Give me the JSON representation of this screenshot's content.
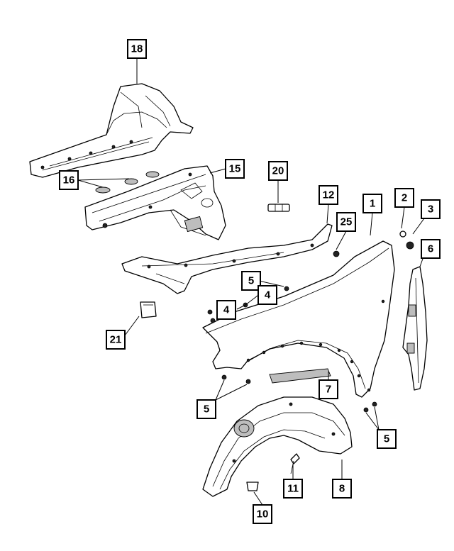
{
  "diagram": {
    "callouts": [
      {
        "id": "c18",
        "label": "18"
      },
      {
        "id": "c16",
        "label": "16"
      },
      {
        "id": "c15",
        "label": "15"
      },
      {
        "id": "c20",
        "label": "20"
      },
      {
        "id": "c12",
        "label": "12"
      },
      {
        "id": "c25",
        "label": "25"
      },
      {
        "id": "c1",
        "label": "1"
      },
      {
        "id": "c2",
        "label": "2"
      },
      {
        "id": "c3",
        "label": "3"
      },
      {
        "id": "c6",
        "label": "6"
      },
      {
        "id": "c5a",
        "label": "5"
      },
      {
        "id": "c4a",
        "label": "4"
      },
      {
        "id": "c4b",
        "label": "4"
      },
      {
        "id": "c21",
        "label": "21"
      },
      {
        "id": "c5b",
        "label": "5"
      },
      {
        "id": "c7",
        "label": "7"
      },
      {
        "id": "c5c",
        "label": "5"
      },
      {
        "id": "c11",
        "label": "11"
      },
      {
        "id": "c8",
        "label": "8"
      },
      {
        "id": "c10",
        "label": "10"
      }
    ]
  }
}
